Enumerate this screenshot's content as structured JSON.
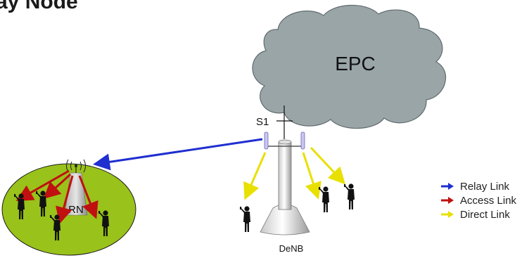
{
  "title": "ay Node",
  "cloud_label": "EPC",
  "interface_label": "S1",
  "relay_node_label": "RN",
  "donor_label": "DeNB",
  "legend": [
    {
      "label": "Relay Link",
      "color": "#1f2fd0"
    },
    {
      "label": "Access Link",
      "color": "#c01010"
    },
    {
      "label": "Direct Link",
      "color": "#e8e000"
    }
  ],
  "colors": {
    "cloud": "#9aa5a8",
    "cell_area": "#99c21a",
    "relay_arrow": "#1f2fd0",
    "access_arrow": "#c01010",
    "direct_arrow": "#e8e000"
  }
}
